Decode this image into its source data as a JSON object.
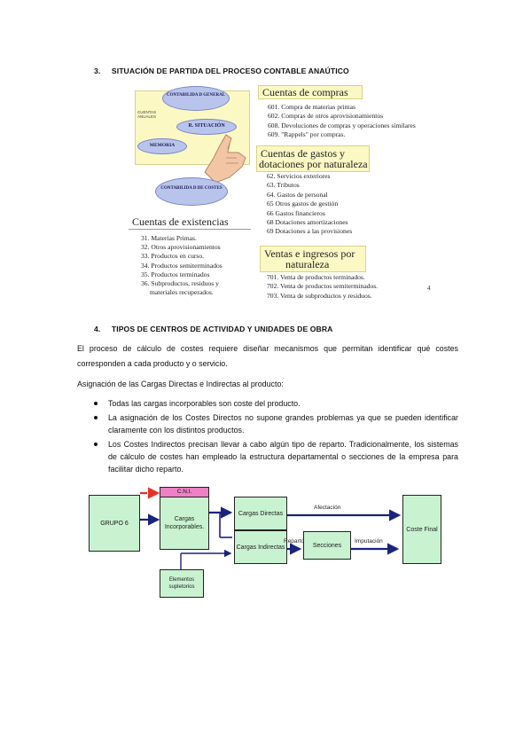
{
  "section3": {
    "number": "3.",
    "title": "SITUACIÓN DE PARTIDA DEL PROCESO CONTABLE ANAÚTICO"
  },
  "figure1": {
    "ovals": [
      "CONTABILIDA D GENERAL",
      "R. SITUACIÓN",
      "MEMORIA",
      "CONTABILIDA D DE COSTES"
    ],
    "small_label": "CUENTAS ANUALES",
    "compras": {
      "title": "Cuentas de compras",
      "items": [
        "601. Compra de materias primas",
        "602. Compras de otros aprovisionamientos",
        "608. Devoluciones de compras y operaciones similares",
        "609. \"Rappels\" por compras."
      ]
    },
    "gastos": {
      "title_line1": "Cuentas de gastos y",
      "title_line2": "dotaciones por naturaleza",
      "items": [
        "62. Servicios exteriores",
        "63. Tributos",
        "64. Gastos de personal",
        "65 Otros gastos de gestión",
        "66 Gastos financieros",
        "68 Dotaciones amortizaciones",
        "69 Dotaciones a las provisiones"
      ]
    },
    "existencias": {
      "title": "Cuentas de existencias",
      "items": [
        "31. Materias Primas.",
        "32. Otros aprovisionamientos",
        "33. Productos en curso.",
        "34. Productos semiterminados",
        "35. Productos terminados",
        "36. Subproductos, residuos y",
        "materiales recuperados."
      ]
    },
    "ventas": {
      "title_line1": "Ventas e ingresos por",
      "title_line2": "naturaleza",
      "items": [
        "701. Venta de productos terminados.",
        "702. Venta de productos semiterminados.",
        "703. Venta de subproductos y residuos."
      ]
    },
    "page_number": "4"
  },
  "section4": {
    "number": "4.",
    "title": "TIPOS DE CENTROS DE ACTIVIDAD Y UNIDADES DE OBRA"
  },
  "paragraph1": "El proceso de cálculo de costes requiere diseñar mecanismos que permitan identificar qué costes corresponden a cada producto y o servicio.",
  "paragraph2": "Asignación de las Cargas Directas e Indirectas al producto:",
  "bullets": [
    "Todas las cargas incorporables son coste del producto.",
    "La asignación de los Costes Directos no supone grandes problemas ya que se pueden identificar claramente con los distintos productos.",
    "Los Costes Indirectos precisan llevar a cabo algún tipo de reparto. Tradicionalmente, los sistemas de cálculo de costes han empleado la estructura departamental o secciones de la empresa para facilitar dicho reparto."
  ],
  "flow": {
    "grupo6": "GRUPO 6",
    "cni": "C.N.I.",
    "cargas_incorp": "Cargas Incorporables.",
    "cargas_directas": "Cargas Directas",
    "cargas_indirectas": "Cargas Indirectas",
    "secciones": "Secciones",
    "coste_final": "Coste Final",
    "elementos": "Elementos supletorios",
    "afectacion": "Afectación",
    "reparto": "Reparto",
    "imputacion": "Imputación"
  }
}
